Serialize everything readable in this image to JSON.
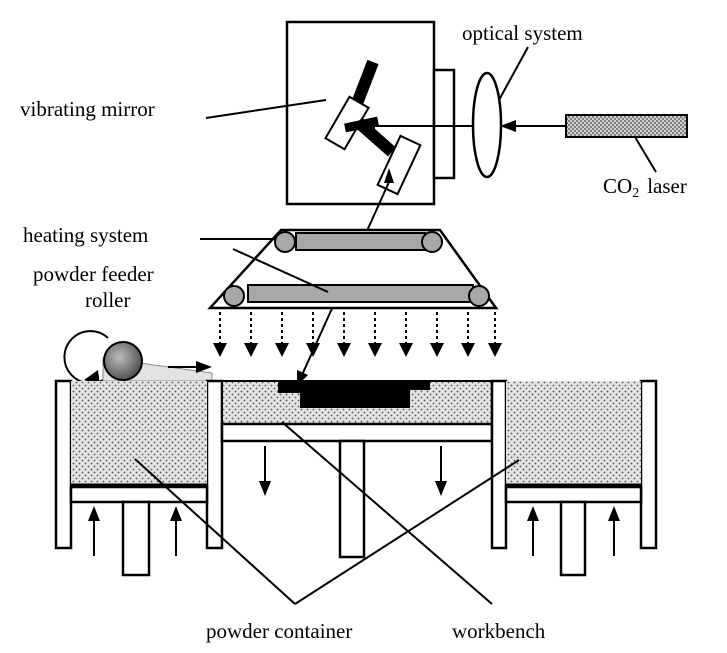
{
  "labels": {
    "optical_system": "optical system",
    "vibrating_mirror": "vibrating mirror",
    "co2_laser_prefix": "CO",
    "co2_laser_subscript": "2",
    "co2_laser_suffix": "laser",
    "heating_system": "heating system",
    "powder_feeder_line1": "powder feeder",
    "powder_feeder_line2": "roller",
    "powder_container": "powder container",
    "workbench": "workbench"
  },
  "colors": {
    "line": "#000000",
    "powder_fill": "#e3e3e3",
    "powder_dots": "#555555",
    "heater_bar": "#a8a8a8",
    "laser_body": "#9a9a9a",
    "print_part": "#000000"
  }
}
